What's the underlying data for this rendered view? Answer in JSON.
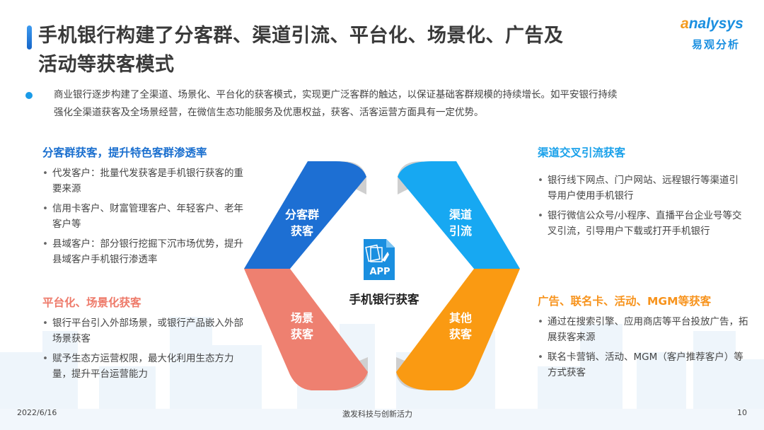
{
  "header": {
    "title_line1": "手机银行构建了分客群、渠道引流、平台化、场景化、广告及",
    "title_line2": "活动等获客模式",
    "logo_en_prefix": "a",
    "logo_en_rest": "nalysys",
    "logo_cn": "易观分析"
  },
  "intro": {
    "line1": "商业银行逐步构建了全渠道、场景化、平台化的获客模式，实现更广泛客群的触达，以保证基础客群规模的持续增长。如平安银行持续",
    "line2": "强化全渠道获客及全场景经营，在微信生态功能服务及优惠权益，获客、活客运营方面具有一定优势。"
  },
  "colors": {
    "segment_customer": "#1d6fd3",
    "segment_channel": "#17a8f2",
    "segment_scene": "#ee8070",
    "segment_other": "#fa9a12",
    "title_customer": "#1a6fcf",
    "title_channel": "#1aa1ea",
    "title_scene": "#ee7a6a",
    "title_other": "#f7931c"
  },
  "panels": {
    "top_left": {
      "title": "分客群获客，提升特色客群渗透率",
      "bullets": [
        "代发客户：批量代发获客是手机银行获客的重要来源",
        "信用卡客户、财富管理客户、年轻客户、老年客户等",
        "县域客户：部分银行挖掘下沉市场优势，提升县域客户手机银行渗透率"
      ]
    },
    "bottom_left": {
      "title": "平台化、场景化获客",
      "bullets": [
        "银行平台引入外部场景，或银行产品嵌入外部场景获客",
        "赋予生态方运营权限，最大化利用生态方力量，提升平台运营能力"
      ]
    },
    "top_right": {
      "title": "渠道交叉引流获客",
      "bullets": [
        "银行线下网点、门户网站、远程银行等渠道引导用户使用手机银行",
        "银行微信公众号/小程序、直播平台企业号等交叉引流，引导用户下载或打开手机银行"
      ]
    },
    "bottom_right": {
      "title": "广告、联名卡、活动、MGM等获客",
      "bullets": [
        "通过在搜索引擎、应用商店等平台投放广告，拓展获客来源",
        "联名卡营销、活动、MGM（客户推荐客户）等方式获客"
      ]
    }
  },
  "diagram": {
    "segments": {
      "customer": [
        "分客群",
        "获客"
      ],
      "channel": [
        "渠道",
        "引流"
      ],
      "scene": [
        "场景",
        "获客"
      ],
      "other": [
        "其他",
        "获客"
      ]
    },
    "center_icon_text": "APP",
    "center_label": "手机银行获客"
  },
  "footer": {
    "date": "2022/6/16",
    "slogan": "激发科技与创新活力",
    "page": "10"
  }
}
